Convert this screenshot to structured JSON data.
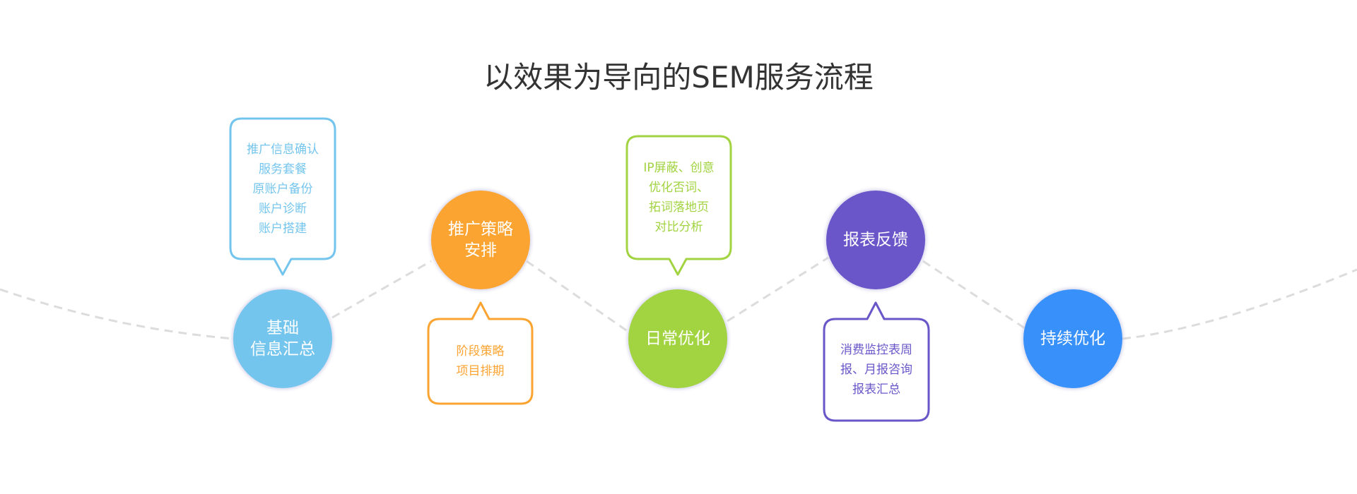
{
  "title": "以效果为导向的SEM服务流程",
  "steps": [
    {
      "name": "基础信息汇总",
      "lines": [
        "基础",
        "信息汇总"
      ],
      "color": "#74c5ed",
      "details": [
        "推广信息确认",
        "服务套餐",
        "原账户备份",
        "账户诊断",
        "账户搭建"
      ]
    },
    {
      "name": "推广策略安排",
      "lines": [
        "推广策略",
        "安排"
      ],
      "color": "#fba431",
      "details": [
        "阶段策略",
        "项目排期"
      ]
    },
    {
      "name": "日常优化",
      "lines": [
        "日常优化"
      ],
      "color": "#a2d341",
      "details": [
        "IP屏蔽、创意",
        "优化否词、",
        "拓词落地页",
        "对比分析"
      ]
    },
    {
      "name": "报表反馈",
      "lines": [
        "报表反馈"
      ],
      "color": "#6a56c9",
      "details": [
        "消费监控表周",
        "报、月报咨询",
        "报表汇总"
      ]
    },
    {
      "name": "持续优化",
      "lines": [
        "持续优化"
      ],
      "color": "#3891fb",
      "details": []
    }
  ]
}
